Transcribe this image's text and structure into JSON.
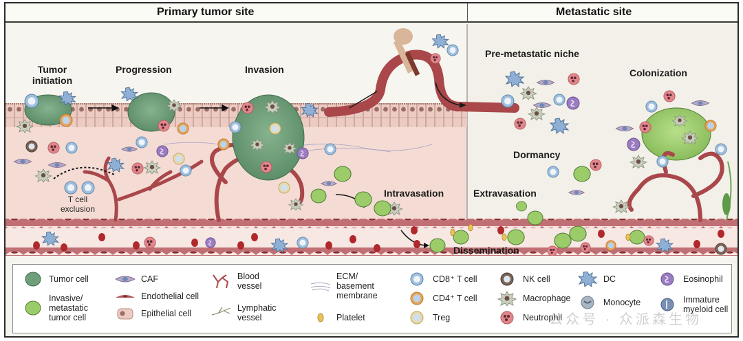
{
  "header": {
    "primary_site_title": "Primary tumor site",
    "metastatic_site_title": "Metastatic site"
  },
  "stages": {
    "tumor_initiation": "Tumor\ninitiation",
    "progression": "Progression",
    "invasion": "Invasion",
    "intravasation": "Intravasation",
    "dissemination": "Dissemination",
    "pre_metastatic_niche": "Pre-metastatic niche",
    "dormancy": "Dormancy",
    "extravasation": "Extravasation",
    "colonization": "Colonization"
  },
  "annotations": {
    "t_cell_exclusion": "T cell\nexclusion"
  },
  "legend": {
    "items": [
      {
        "label": "Tumor cell",
        "icon": "tumor-cell-icon"
      },
      {
        "label": "Invasive/\nmetastatic\ntumor cell",
        "icon": "invasive-tumor-cell-icon"
      },
      {
        "label": "CAF",
        "icon": "caf-icon"
      },
      {
        "label": "Endothelial cell",
        "icon": "endothelial-cell-icon"
      },
      {
        "label": "Epithelial cell",
        "icon": "epithelial-cell-icon"
      },
      {
        "label": "Blood\nvessel",
        "icon": "blood-vessel-icon"
      },
      {
        "label": "Lymphatic\nvessel",
        "icon": "lymphatic-vessel-icon"
      },
      {
        "label": "ECM/\nbasement\nmembrane",
        "icon": "ecm-icon"
      },
      {
        "label": "Platelet",
        "icon": "platelet-icon"
      },
      {
        "label": "CD8⁺ T cell",
        "icon": "cd8-t-cell-icon"
      },
      {
        "label": "CD4⁺ T cell",
        "icon": "cd4-t-cell-icon"
      },
      {
        "label": "Treg",
        "icon": "treg-icon"
      },
      {
        "label": "NK cell",
        "icon": "nk-cell-icon"
      },
      {
        "label": "Macrophage",
        "icon": "macrophage-icon"
      },
      {
        "label": "Neutrophil",
        "icon": "neutrophil-icon"
      },
      {
        "label": "DC",
        "icon": "dc-icon"
      },
      {
        "label": "Monocyte",
        "icon": "monocyte-icon"
      },
      {
        "label": "Eosinophil",
        "icon": "eosinophil-icon"
      },
      {
        "label": "Immature\nmyeloid cell",
        "icon": "immature-myeloid-cell-icon"
      }
    ]
  },
  "watermark": "公众号 · 众派森生物",
  "colors": {
    "tumor": "#6f9e7a",
    "invasive_tumor": "#9ccc6a",
    "vessel": "#a9474a",
    "stroma": "#f3dcd6",
    "epithelium": "#eac9bf",
    "cd8": "#9fbfdc",
    "cd4": "#e6a45a",
    "treg": "#e9d9a6",
    "neutrophil": "#e3868a",
    "eosinophil": "#9a7cc0",
    "macrophage": "#c9cfbf",
    "dc": "#8fb0d4",
    "rbc": "#b0282b",
    "platelet": "#e8c35c",
    "metastatic_bg": "#f3f1e9",
    "primary_bg": "#f7f5f0"
  }
}
